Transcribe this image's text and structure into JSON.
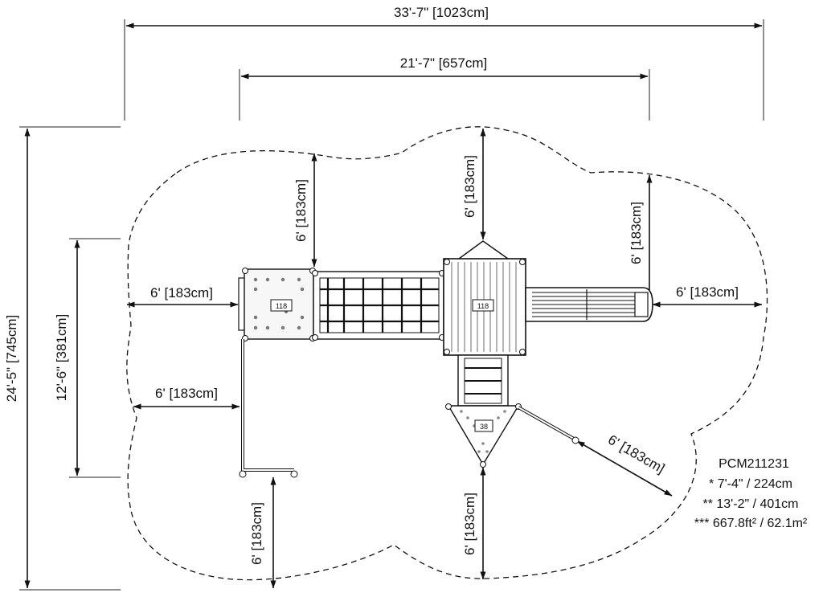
{
  "dimensions": {
    "overall_width": "33'-7\" [1023cm]",
    "inner_width": "21'-7\" [657cm]",
    "overall_depth": "24'-5\" [745cm]",
    "inner_depth": "12'-6\" [381cm]",
    "clearance_left_upper": "6' [183cm]",
    "clearance_left_lower": "6' [183cm]",
    "clearance_top_left": "6' [183cm]",
    "clearance_top_center": "6' [183cm]",
    "clearance_top_right": "6' [183cm]",
    "clearance_right": "6' [183cm]",
    "clearance_bottom_left": "6' [183cm]",
    "clearance_bottom_center": "6' [183cm]",
    "clearance_diagonal": "6' [183cm]"
  },
  "tags": {
    "left_deck": "118",
    "main_deck": "118",
    "triangle_deck": "38"
  },
  "info": {
    "model": "PCM211231",
    "line1": "* 7'-4\" / 224cm",
    "line2": "** 13'-2\" / 401cm",
    "line3": "*** 667.8ft² / 62.1m²"
  }
}
